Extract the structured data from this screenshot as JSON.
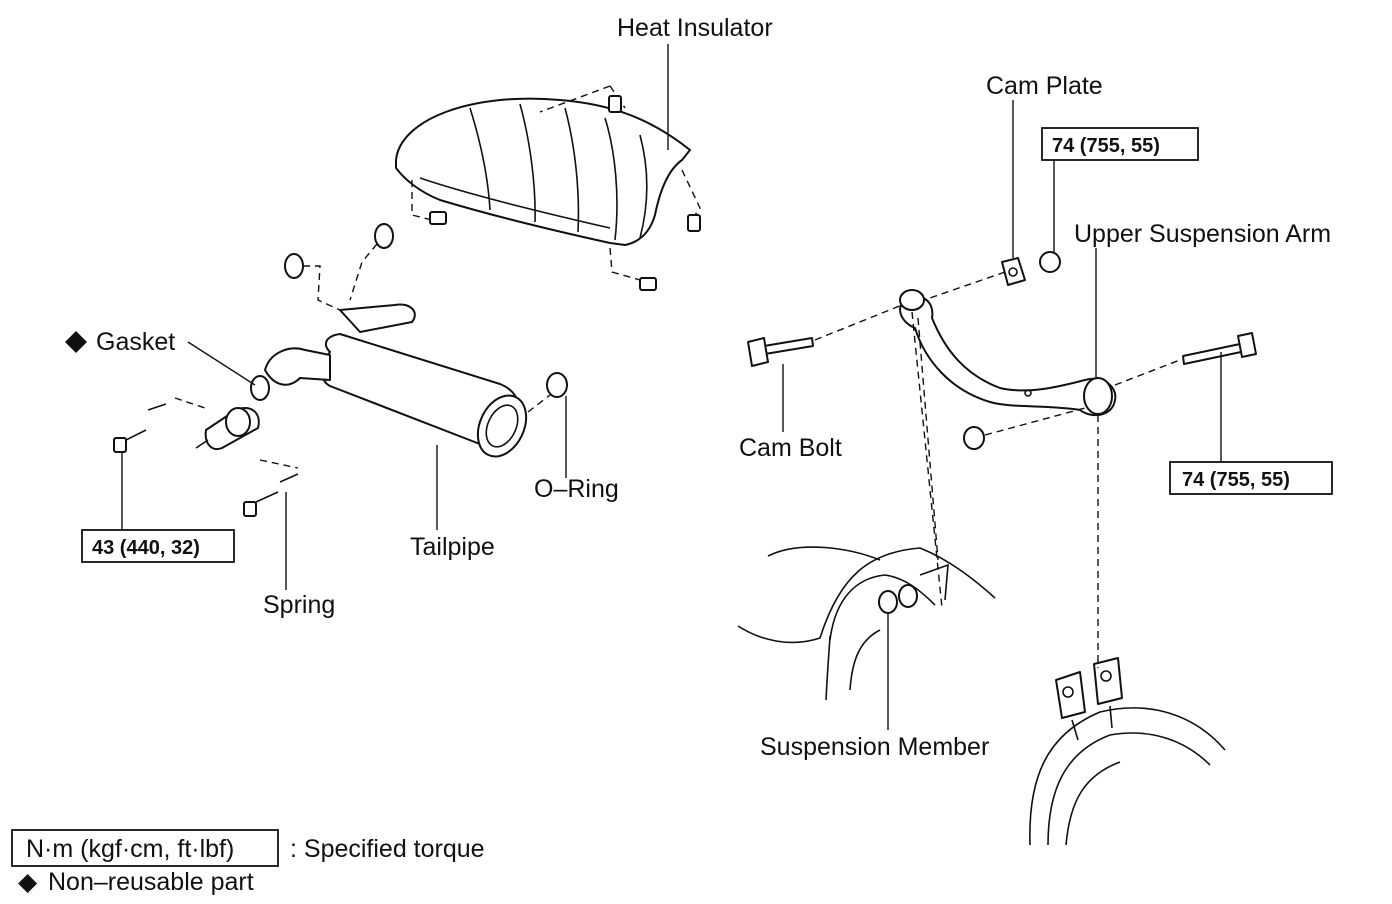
{
  "labels": {
    "heat_insulator": "Heat Insulator",
    "cam_plate": "Cam Plate",
    "upper_suspension_arm": "Upper Suspension Arm",
    "gasket": "Gasket",
    "cam_bolt": "Cam Bolt",
    "o_ring": "O–Ring",
    "tailpipe": "Tailpipe",
    "spring": "Spring",
    "suspension_member": "Suspension Member"
  },
  "torque": {
    "cam_plate_nut": "74 (755, 55)",
    "arm_bolt": "74 (755, 55)",
    "flange_bolt": "43 (440, 32)"
  },
  "legend": {
    "unit_box": "N·m (kgf·cm, ft·lbf)",
    "unit_desc": ": Specified torque",
    "non_reusable_symbol": "◆",
    "non_reusable_text": "Non–reusable part"
  }
}
